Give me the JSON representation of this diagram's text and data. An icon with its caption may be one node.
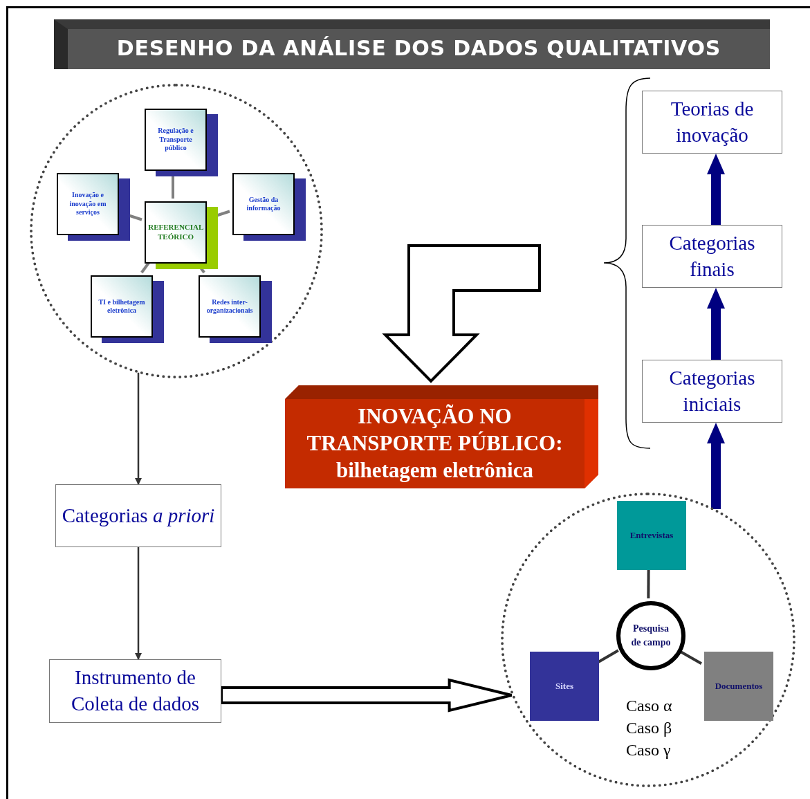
{
  "diagram": {
    "title": "DESENHO DA ANÁLISE DOS DADOS QUALITATIVOS",
    "nodes": [
      {
        "text": [],
        "shape": "circle"
      },
      {
        "text": [
          "REFERENCIAL TEÓRICO"
        ],
        "in": 0
      },
      {
        "text": [
          "Regulação e Transporte público"
        ],
        "in": 0
      },
      {
        "text": [
          "Inovação e inovação em serviços"
        ],
        "in": 0
      },
      {
        "text": [
          "Gestão da informação"
        ],
        "in": 0
      },
      {
        "text": [
          "TI e bilhetagem eletrônica"
        ],
        "in": 0
      },
      {
        "text": [
          "Redes inter-organizacionais"
        ],
        "in": 0
      },
      {
        "text": [
          "Categorias *a priori*"
        ]
      },
      {
        "text": [
          "Instrumento de Coleta de dados"
        ]
      },
      {
        "text": [],
        "shape": "circle"
      },
      {
        "text": [
          "Entrevistas"
        ],
        "in": 9
      },
      {
        "text": [
          "Pesquisa de campo"
        ],
        "in": 9
      },
      {
        "text": [
          "Sites"
        ],
        "in": 9
      },
      {
        "text": [
          "Documentos"
        ],
        "in": 9
      },
      {
        "text": [
          "INOVAÇÃO NO TRANSPORTE PÚBLICO:",
          "bilhetagem eletrônica"
        ]
      },
      {
        "text": [
          "Categorias iniciais"
        ]
      },
      {
        "text": [
          "Categorias finais"
        ]
      },
      {
        "text": [
          "Teorias de inovação"
        ]
      }
    ],
    "edges": [
      {
        "from": 1,
        "to": 2,
        "arrow": "none",
        "color": "#808080"
      },
      {
        "from": 1,
        "to": 3,
        "arrow": "none",
        "color": "#808080"
      },
      {
        "from": 1,
        "to": 4,
        "arrow": "none",
        "color": "#808080"
      },
      {
        "from": 1,
        "to": 5,
        "arrow": "none",
        "color": "#808080"
      },
      {
        "from": 1,
        "to": 6,
        "arrow": "none",
        "color": "#808080"
      },
      {
        "from": 0,
        "to": 7,
        "arrow": "to"
      },
      {
        "from": 7,
        "to": 8,
        "arrow": "to"
      },
      {
        "from": 8,
        "to": 9,
        "arrow": "to",
        "style": "thick"
      },
      {
        "from": 11,
        "to": 10,
        "arrow": "none"
      },
      {
        "from": 11,
        "to": 12,
        "arrow": "none"
      },
      {
        "from": 11,
        "to": 13,
        "arrow": "none"
      },
      {
        "from": 9,
        "to": 15,
        "arrow": "to",
        "style": "thick",
        "color": "#000080"
      },
      {
        "from": 15,
        "to": 16,
        "arrow": "to",
        "style": "thick",
        "color": "#000080"
      },
      {
        "from": 16,
        "to": 17,
        "arrow": "to",
        "style": "thick",
        "color": "#000080"
      },
      {
        "from": null,
        "to": 14,
        "arrow": "to",
        "style": "thick"
      }
    ],
    "labels": [
      "Caso α",
      "Caso β",
      "Caso γ"
    ]
  }
}
